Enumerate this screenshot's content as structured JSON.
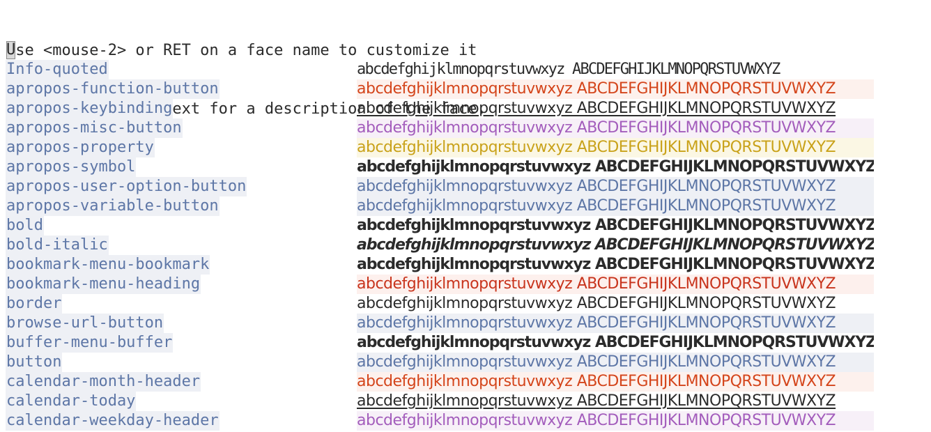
{
  "intro": {
    "cursor_char": "U",
    "line1_rest": "se <mouse-2> or RET on a face name to customize it",
    "line2": "or on its sample text for a description of the face."
  },
  "sample_text": "abcdefghijklmnopqrstuvwxyz ABCDEFGHIJKLMNOPQRSTUVWXYZ",
  "faces": [
    {
      "name": "Info-quoted",
      "sample": "abcdefghijklmnopqrstuvwxyz ABCDEFGHIJKLMNOPQRSTUVWXYZ",
      "style": "info",
      "color": "#2b2b2b"
    },
    {
      "name": "apropos-function-button",
      "sample": "abcdefghijklmnopqrstuvwxyz ABCDEFGHIJKLMNOPQRSTUVWXYZ",
      "style": "orange",
      "color": "#d4451b"
    },
    {
      "name": "apropos-keybinding",
      "sample": "abcdefghijklmnopqrstuvwxyz ABCDEFGHIJKLMNOPQRSTUVWXYZ",
      "style": "underline",
      "color": "#2b2b2b"
    },
    {
      "name": "apropos-misc-button",
      "sample": "abcdefghijklmnopqrstuvwxyz ABCDEFGHIJKLMNOPQRSTUVWXYZ",
      "style": "purple",
      "color": "#a35dbc"
    },
    {
      "name": "apropos-property",
      "sample": "abcdefghijklmnopqrstuvwxyz ABCDEFGHIJKLMNOPQRSTUVWXYZ",
      "style": "yellow",
      "color": "#c9a21a"
    },
    {
      "name": "apropos-symbol",
      "sample": "abcdefghijklmnopqrstuvwxyz ABCDEFGHIJKLMNOPQRSTUVWXYZ",
      "style": "bold",
      "color": "#2b2b2b"
    },
    {
      "name": "apropos-user-option-button",
      "sample": "abcdefghijklmnopqrstuvwxyz ABCDEFGHIJKLMNOPQRSTUVWXYZ",
      "style": "blue",
      "color": "#5d76a6"
    },
    {
      "name": "apropos-variable-button",
      "sample": "abcdefghijklmnopqrstuvwxyz ABCDEFGHIJKLMNOPQRSTUVWXYZ",
      "style": "blue",
      "color": "#5d76a6"
    },
    {
      "name": "bold",
      "sample": "abcdefghijklmnopqrstuvwxyz ABCDEFGHIJKLMNOPQRSTUVWXYZ",
      "style": "bold",
      "color": "#2b2b2b"
    },
    {
      "name": "bold-italic",
      "sample": "abcdefghijklmnopqrstuvwxyz ABCDEFGHIJKLMNOPQRSTUVWXYZ",
      "style": "bolditalic",
      "color": "#2b2b2b"
    },
    {
      "name": "bookmark-menu-bookmark",
      "sample": "abcdefghijklmnopqrstuvwxyz ABCDEFGHIJKLMNOPQRSTUVWXYZ",
      "style": "bold",
      "color": "#2b2b2b"
    },
    {
      "name": "bookmark-menu-heading",
      "sample": "abcdefghijklmnopqrstuvwxyz ABCDEFGHIJKLMNOPQRSTUVWXYZ",
      "style": "red",
      "color": "#c8341d"
    },
    {
      "name": "border",
      "sample": "abcdefghijklmnopqrstuvwxyz ABCDEFGHIJKLMNOPQRSTUVWXYZ",
      "style": "plain",
      "color": "#2b2b2b"
    },
    {
      "name": "browse-url-button",
      "sample": "abcdefghijklmnopqrstuvwxyz ABCDEFGHIJKLMNOPQRSTUVWXYZ",
      "style": "blue",
      "color": "#5d76a6"
    },
    {
      "name": "buffer-menu-buffer",
      "sample": "abcdefghijklmnopqrstuvwxyz ABCDEFGHIJKLMNOPQRSTUVWXYZ",
      "style": "bold",
      "color": "#2b2b2b"
    },
    {
      "name": "button",
      "sample": "abcdefghijklmnopqrstuvwxyz ABCDEFGHIJKLMNOPQRSTUVWXYZ",
      "style": "blue",
      "color": "#5d76a6"
    },
    {
      "name": "calendar-month-header",
      "sample": "abcdefghijklmnopqrstuvwxyz ABCDEFGHIJKLMNOPQRSTUVWXYZ",
      "style": "orange",
      "color": "#d4451b"
    },
    {
      "name": "calendar-today",
      "sample": "abcdefghijklmnopqrstuvwxyz ABCDEFGHIJKLMNOPQRSTUVWXYZ",
      "style": "underline",
      "color": "#2b2b2b"
    },
    {
      "name": "calendar-weekday-header",
      "sample": "abcdefghijklmnopqrstuvwxyz ABCDEFGHIJKLMNOPQRSTUVWXYZ",
      "style": "purple",
      "color": "#a35dbc"
    }
  ]
}
